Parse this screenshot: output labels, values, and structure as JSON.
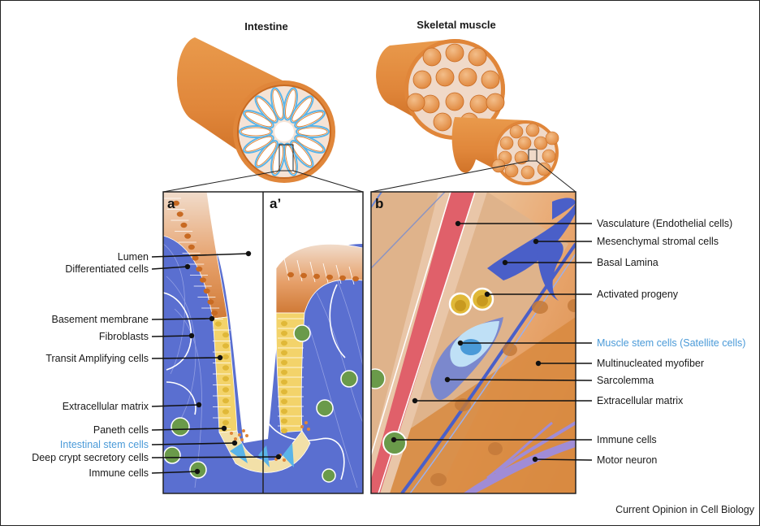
{
  "titles": {
    "intestine": "Intestine",
    "skeletal_muscle": "Skeletal muscle"
  },
  "panels": {
    "a": "a",
    "a_prime": "a’",
    "b": "b"
  },
  "left_labels": [
    {
      "text": "Lumen",
      "color": "#1a1a1a"
    },
    {
      "text": "Differentiated cells",
      "color": "#1a1a1a"
    },
    {
      "text": "Basement membrane",
      "color": "#1a1a1a"
    },
    {
      "text": "Fibroblasts",
      "color": "#1a1a1a"
    },
    {
      "text": "Transit Amplifying cells",
      "color": "#1a1a1a"
    },
    {
      "text": "Extracellular matrix",
      "color": "#1a1a1a"
    },
    {
      "text": "Paneth cells",
      "color": "#1a1a1a"
    },
    {
      "text": "Intestinal stem cells",
      "color": "#4a9ad8"
    },
    {
      "text": "Deep crypt secretory cells",
      "color": "#1a1a1a"
    },
    {
      "text": "Immune cells",
      "color": "#1a1a1a"
    }
  ],
  "right_labels": [
    {
      "text": "Vasculature (Endothelial cells)",
      "color": "#1a1a1a"
    },
    {
      "text": "Mesenchymal stromal cells",
      "color": "#1a1a1a"
    },
    {
      "text": "Basal Lamina",
      "color": "#1a1a1a"
    },
    {
      "text": "Activated progeny",
      "color": "#1a1a1a"
    },
    {
      "text": "Muscle stem cells (Satellite cells)",
      "color": "#4a9ad8"
    },
    {
      "text": "Multinucleated myofiber",
      "color": "#1a1a1a"
    },
    {
      "text": "Sarcolemma",
      "color": "#1a1a1a"
    },
    {
      "text": "Extracellular matrix",
      "color": "#1a1a1a"
    },
    {
      "text": "Immune cells",
      "color": "#1a1a1a"
    },
    {
      "text": "Motor neuron",
      "color": "#1a1a1a"
    }
  ],
  "credit": "Current Opinion in Cell Biology",
  "colors": {
    "orange": "#e0863a",
    "orange_dark": "#c86a22",
    "tissue_blue": "#5a6fd0",
    "yellow_cells": "#f3d36a",
    "stem_blue": "#5ab4e8",
    "immune_green": "#6a9a4a",
    "vessel_red": "#e0606a",
    "stem_label_blue": "#4a9ad8"
  }
}
